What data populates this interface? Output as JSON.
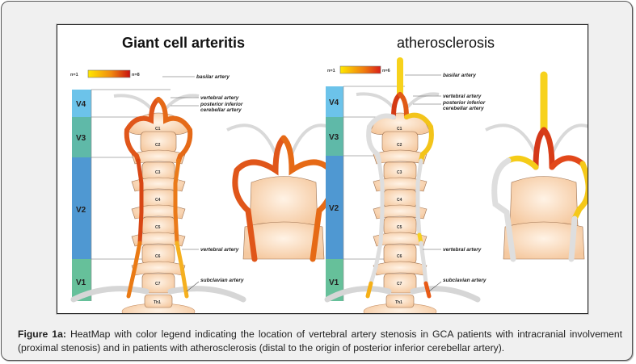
{
  "figure": {
    "panels": [
      {
        "id": "gca",
        "title": "Giant cell arteritis",
        "legend": {
          "min_label": "n=1",
          "max_label": "n=8",
          "min_color": "#ffe800",
          "max_color": "#c8100f"
        },
        "segments": [
          "V4",
          "V3",
          "V2",
          "V1"
        ],
        "vertebrae": [
          "C1",
          "C2",
          "C3",
          "C4",
          "C5",
          "C6",
          "C7",
          "Th1"
        ],
        "labels": {
          "basilar": "basilar artery",
          "vertebral_top": "vertebral artery",
          "pica_line1": "posterior inferior",
          "pica_line2": "cerebellar artery",
          "vertebral_mid": "vertebral artery",
          "subclavian": "subclavian artery"
        }
      },
      {
        "id": "atherosclerosis",
        "title": "atherosclerosis",
        "legend": {
          "min_label": "n=1",
          "max_label": "n=6",
          "min_color": "#ffe800",
          "max_color": "#d8201a"
        },
        "segments": [
          "V4",
          "V3",
          "V2",
          "V1"
        ],
        "vertebrae": [
          "C1",
          "C2",
          "C3",
          "C4",
          "C5",
          "C6",
          "C7",
          "Th1"
        ],
        "labels": {
          "basilar": "basilar artery",
          "vertebral_top": "vertebral artery",
          "pica_line1": "posterior inferior",
          "pica_line2": "cerebellar artery",
          "vertebral_mid": "vertebral artery",
          "subclavian": "subclavian artery"
        }
      }
    ],
    "segment_colors": {
      "V4": "#6cc3ea",
      "V3": "#5fb9a8",
      "V2": "#4f98d2",
      "V1": "#66c09a"
    }
  },
  "caption": {
    "label": "Figure 1a:",
    "text": " HeatMap with color legend indicating the location of vertebral artery stenosis in GCA patients with intracranial involvement (proximal stenosis) and in patients with atherosclerosis (distal to the origin of posterior inferior cerebellar artery)."
  }
}
